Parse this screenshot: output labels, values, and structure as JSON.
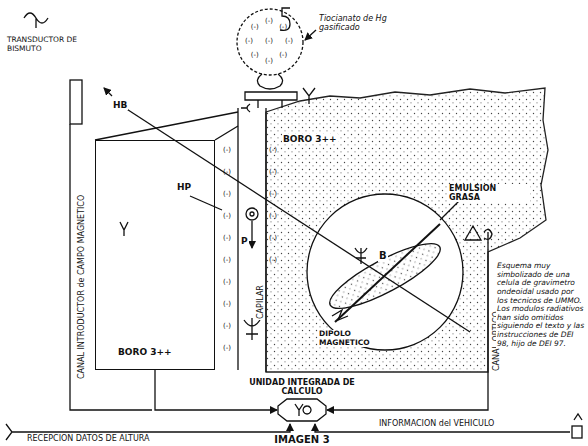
{
  "diagram": {
    "caption": "IMAGEN 3",
    "nodes": [
      {
        "text": [
          "BORO 3++"
        ]
      },
      {
        "text": [
          "UNIDAD INTEGRADA DE CALCULO"
        ]
      }
    ],
    "edges": [
      {
        "from": 0,
        "to": 1,
        "arrow": "to"
      }
    ],
    "labels": [
      "Tiocianato de Hg gasificado",
      "TRANSDUCTOR DE BISMUTO",
      "HB",
      "HP",
      "P",
      "CANAL INTRODUCTOR de CAMPO MAGNETICO",
      "CAPILAR",
      "BORO 3++",
      "EMULSION GRASA",
      "B",
      "DIPOLO MAGNETICO",
      "CANAL OPTICO",
      "Esquema muy simbolizado de una celula de gravimetro ondeoidal usado por los tecnicos de UMMO. Los modulos radiativos han sido omitidos siguiendo el texto y las instrucciones de DEI 98, hijo de DEI 97.",
      "RECEPCION DATOS DE ALTURA",
      "INFORMACION del VEHICULO",
      "(-)",
      "(-)",
      "(-)",
      "(-)",
      "(-)",
      "(-)",
      "(-)",
      "(-)",
      "(-)",
      "(-)",
      "(-)",
      "(-)",
      "(-)",
      "(-)",
      "(-)",
      "(-)",
      "(-)",
      "(-)",
      "(-)",
      "(-)",
      "(-)",
      "(-)",
      "(-)",
      "(-)",
      "(-)"
    ]
  }
}
